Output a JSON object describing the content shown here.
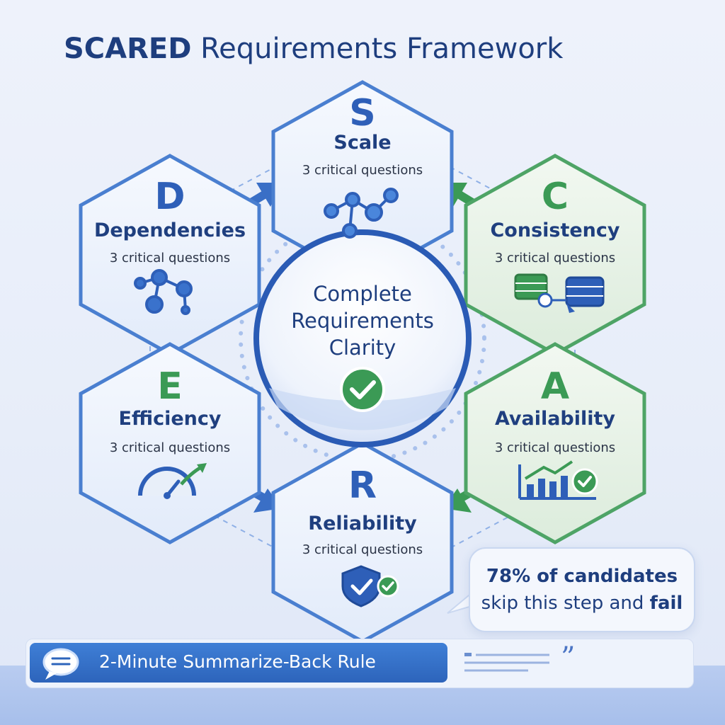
{
  "title": {
    "strong": "SCARED",
    "rest": " Requirements Framework"
  },
  "nodes": [
    {
      "letter": "S",
      "name": "Scale",
      "subtitle": "3 critical questions",
      "icon": "network-nodes-icon",
      "accent": "#2e5fb8"
    },
    {
      "letter": "D",
      "name": "Dependencies",
      "subtitle": "3 critical questions",
      "icon": "network-graph-icon",
      "accent": "#2e5fb8"
    },
    {
      "letter": "C",
      "name": "Consistency",
      "subtitle": "3 critical questions",
      "icon": "database-sync-icon",
      "accent": "#3b9a55"
    },
    {
      "letter": "E",
      "name": "Efficiency",
      "subtitle": "3 critical questions",
      "icon": "speedometer-icon",
      "accent": "#3b9a55"
    },
    {
      "letter": "A",
      "name": "Availability",
      "subtitle": "3 critical questions",
      "icon": "bar-chart-check-icon",
      "accent": "#3b9a55"
    },
    {
      "letter": "R",
      "name": "Reliability",
      "subtitle": "3 critical questions",
      "icon": "shield-check-icon",
      "accent": "#2e5fb8"
    }
  ],
  "center": {
    "line1": "Complete",
    "line2": "Requirements",
    "line3": "Clarity",
    "icon": "check-icon"
  },
  "callout": {
    "part1": "78% of candidates",
    "part2": "skip this step and ",
    "emph": "fail"
  },
  "bottom": {
    "label": "2-Minute Summarize-Back Rule",
    "icon": "speech-bubble-icon",
    "quote_icon": "quote-icon"
  },
  "colors": {
    "blue": "#2e5fb8",
    "green": "#3b9a55",
    "navy": "#1e3e7e"
  }
}
